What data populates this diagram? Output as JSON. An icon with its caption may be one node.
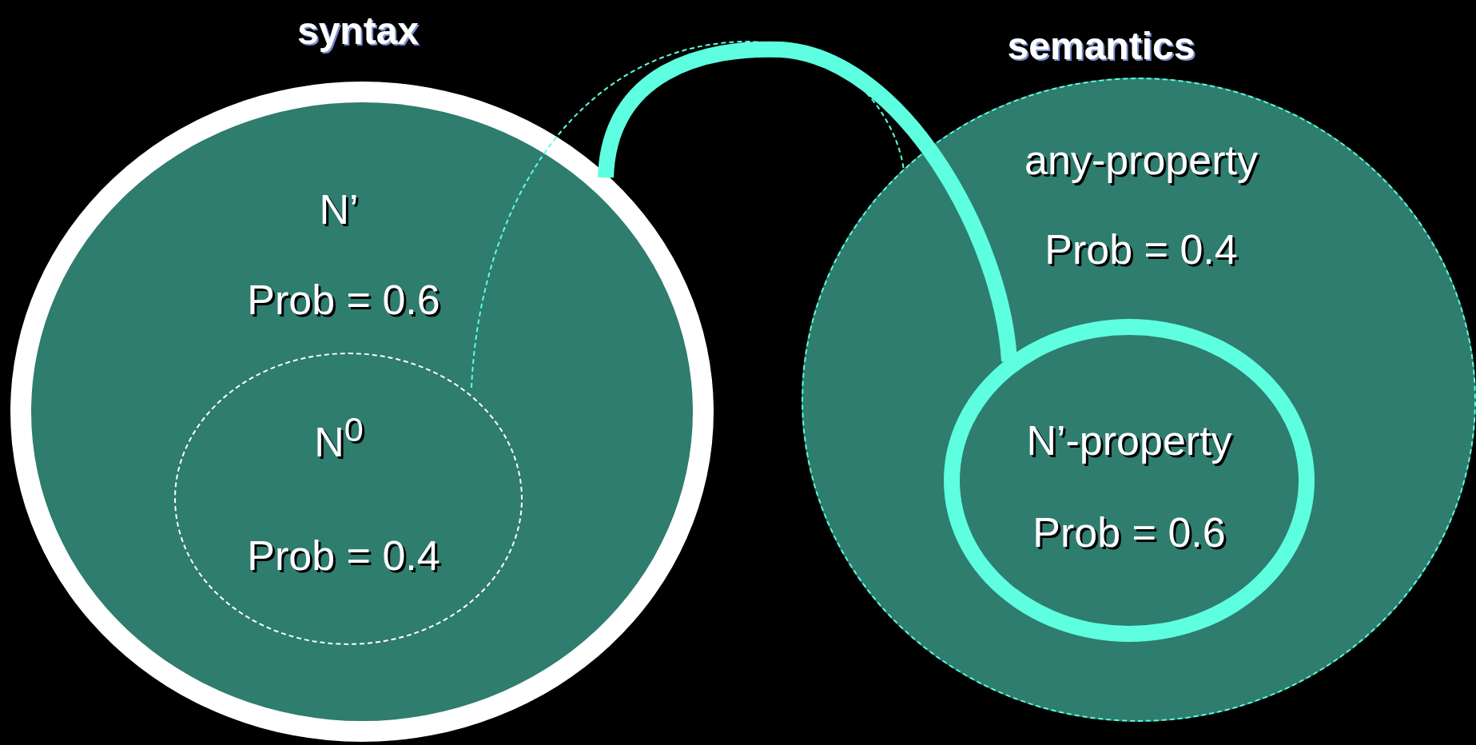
{
  "diagram": {
    "nodes": [
      {
        "text": [
          "syntax",
          "N’",
          "Prob = 0.6"
        ]
      },
      {
        "text": [
          "N$^{0}$",
          "Prob = 0.4"
        ],
        "in": 0
      },
      {
        "text": [
          "semantics",
          "any-property",
          "Prob = 0.4"
        ]
      },
      {
        "text": [
          "N’-property",
          "Prob = 0.6"
        ],
        "in": 2
      }
    ],
    "edges": [
      {
        "from": 0,
        "to": 3,
        "arrow": "none",
        "style": "thick"
      },
      {
        "from": 1,
        "to": 2,
        "arrow": "none",
        "style": "dashed"
      }
    ]
  }
}
